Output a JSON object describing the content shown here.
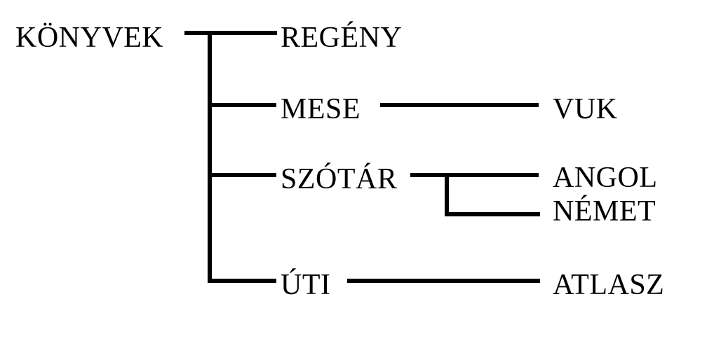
{
  "diagram": {
    "title": "KÖNYVEK",
    "type": "tree",
    "background_color": "#ffffff",
    "line_color": "#000000",
    "text_color": "#000000",
    "root": {
      "id": "konyvek",
      "label": "KÖNYVEK"
    },
    "nodes": [
      {
        "id": "regeny",
        "label": "REGÉNY",
        "level": 2,
        "parent": "konyvek"
      },
      {
        "id": "mese",
        "label": "MESE",
        "level": 2,
        "parent": "konyvek"
      },
      {
        "id": "vuk",
        "label": "VUK",
        "level": 3,
        "parent": "mese"
      },
      {
        "id": "szotar",
        "label": "SZÓTÁR",
        "level": 2,
        "parent": "konyvek"
      },
      {
        "id": "angol",
        "label": "ANGOL",
        "level": 3,
        "parent": "szotar"
      },
      {
        "id": "nemet",
        "label": "NÉMET",
        "level": 3,
        "parent": "szotar"
      },
      {
        "id": "uti",
        "label": "ÚTI",
        "level": 2,
        "parent": "konyvek"
      },
      {
        "id": "atlasz",
        "label": "ATLASZ",
        "level": 3,
        "parent": "uti"
      }
    ]
  }
}
